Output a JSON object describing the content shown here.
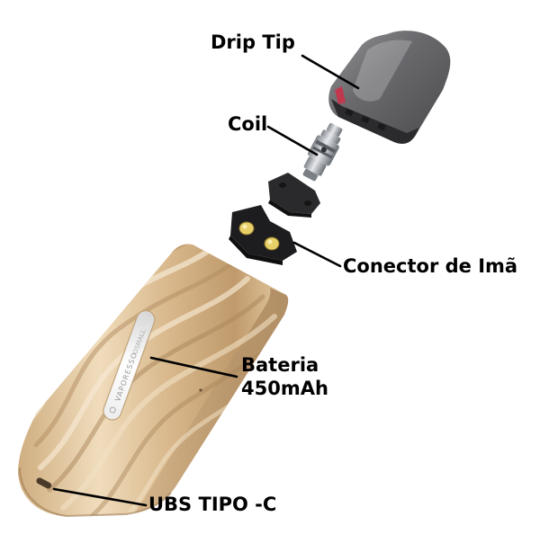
{
  "labels": {
    "drip_tip": "Drip Tip",
    "coil": "Coil",
    "conector": "Conector de Imã",
    "bateria_line1": "Bateria",
    "bateria_line2": "450mAh",
    "usb": "UBS TIPO -C"
  },
  "device_print": {
    "brand": "VAPORESSO",
    "model": "OSMALL"
  },
  "colors": {
    "battery_body": "#d9b98d",
    "battery_highlight": "#f3e3c8",
    "battery_shadow": "#a9855a",
    "pod_smoke": "#5b5b5e",
    "pod_red_accent": "#c8324a",
    "coil_metal": "#b8bcc2",
    "connector_black": "#1d1d1f",
    "magnet_gold": "#e7cf6a",
    "leader_line": "#000000"
  }
}
